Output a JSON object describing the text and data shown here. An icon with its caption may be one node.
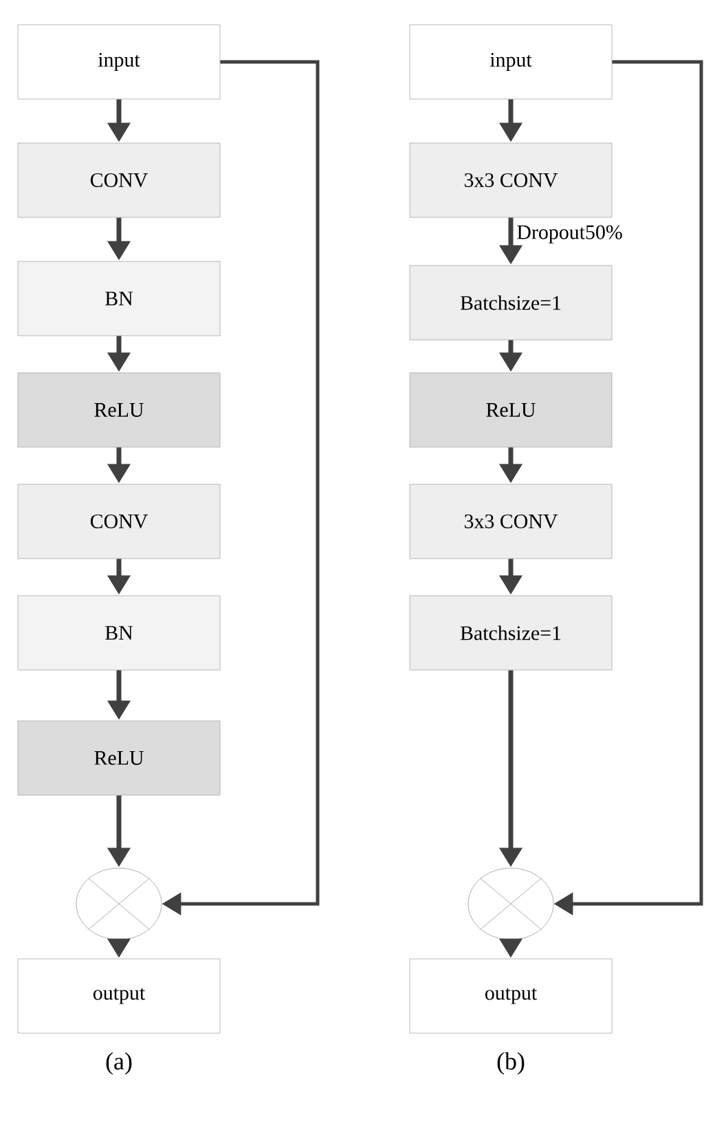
{
  "diagram": {
    "nodes": [
      {
        "text": [
          "input"
        ]
      },
      {
        "text": [
          "CONV"
        ]
      },
      {
        "text": [
          "BN"
        ]
      },
      {
        "text": [
          "ReLU"
        ]
      },
      {
        "text": [
          "CONV"
        ]
      },
      {
        "text": [
          "BN"
        ]
      },
      {
        "text": [
          "ReLU"
        ]
      },
      {
        "text": [],
        "shape": "circle"
      },
      {
        "text": [
          "output"
        ]
      },
      {
        "text": [
          "input"
        ]
      },
      {
        "text": [
          "3x3 CONV"
        ]
      },
      {
        "text": [
          "Batchsize=1"
        ]
      },
      {
        "text": [
          "ReLU"
        ]
      },
      {
        "text": [
          "3x3 CONV"
        ]
      },
      {
        "text": [
          "Batchsize=1"
        ]
      },
      {
        "text": [],
        "shape": "circle"
      },
      {
        "text": [
          "output"
        ]
      }
    ],
    "edges": [
      {
        "from": 0,
        "to": 1,
        "arrow": "to"
      },
      {
        "from": 1,
        "to": 2,
        "arrow": "to"
      },
      {
        "from": 2,
        "to": 3,
        "arrow": "to"
      },
      {
        "from": 3,
        "to": 4,
        "arrow": "to"
      },
      {
        "from": 4,
        "to": 5,
        "arrow": "to"
      },
      {
        "from": 5,
        "to": 6,
        "arrow": "to"
      },
      {
        "from": 6,
        "to": 7,
        "arrow": "to"
      },
      {
        "from": 7,
        "to": 8,
        "arrow": "to"
      },
      {
        "from": 0,
        "to": 7,
        "arrow": "to"
      },
      {
        "from": 9,
        "to": 10,
        "arrow": "to"
      },
      {
        "from": 10,
        "to": 11,
        "arrow": "to",
        "label": "Dropout50%"
      },
      {
        "from": 11,
        "to": 12,
        "arrow": "to"
      },
      {
        "from": 12,
        "to": 13,
        "arrow": "to"
      },
      {
        "from": 13,
        "to": 14,
        "arrow": "to"
      },
      {
        "from": 14,
        "to": 15,
        "arrow": "to"
      },
      {
        "from": 15,
        "to": 16,
        "arrow": "to"
      },
      {
        "from": 9,
        "to": 15,
        "arrow": "to"
      }
    ],
    "labels": [
      "(a)",
      "(b)"
    ]
  }
}
